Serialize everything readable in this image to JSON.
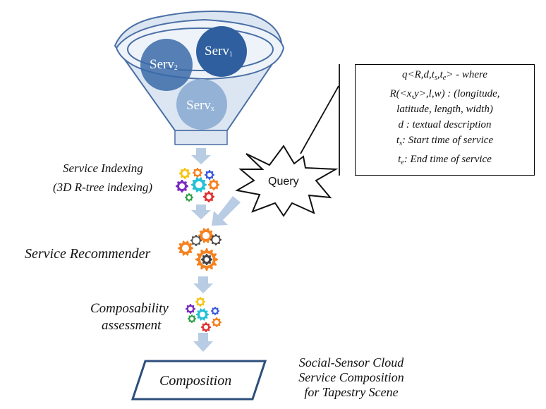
{
  "funnel": {
    "services": [
      {
        "name": "Serv",
        "sub": "1"
      },
      {
        "name": "Serv",
        "sub": "2"
      },
      {
        "name": "Serv",
        "sub": "x"
      }
    ]
  },
  "steps": {
    "indexing_line1": "Service  Indexing",
    "indexing_line2": "(3D R-tree indexing)",
    "recommender": "Service Recommender",
    "composability_line1": "Composability",
    "composability_line2": "assessment",
    "composition": "Composition"
  },
  "query": {
    "burst_label": "Query",
    "lines": [
      {
        "pre": "q<R,d,t",
        "sub1": "s",
        "mid": ",t",
        "sub2": "e",
        "post": "> - where"
      },
      {
        "pre": "R(<x,y>,l,w) : (longitude,",
        "sub1": "",
        "mid": "",
        "sub2": "",
        "post": ""
      },
      {
        "pre": "latitude, length, width)",
        "sub1": "",
        "mid": "",
        "sub2": "",
        "post": ""
      },
      {
        "pre": "d : textual description",
        "sub1": "",
        "mid": "",
        "sub2": "",
        "post": ""
      },
      {
        "pre": "t",
        "sub1": "s",
        "mid": ": Start time of service",
        "sub2": "",
        "post": ""
      },
      {
        "pre": "t",
        "sub1": "e",
        "mid": ": End time of service",
        "sub2": "",
        "post": ""
      }
    ]
  },
  "caption": {
    "line1": "Social-Sensor Cloud",
    "line2": "Service Composition",
    "line3": "for Tapestry Scene"
  },
  "colors": {
    "funnel_fill": "#dce6f2",
    "funnel_stroke": "#4a6fa5",
    "circle_dark": "#3a6aa8",
    "circle_light": "#94b2d6",
    "arrow": "#b8cce4",
    "gear_orange": "#f58220",
    "gear_dark": "#444444"
  }
}
